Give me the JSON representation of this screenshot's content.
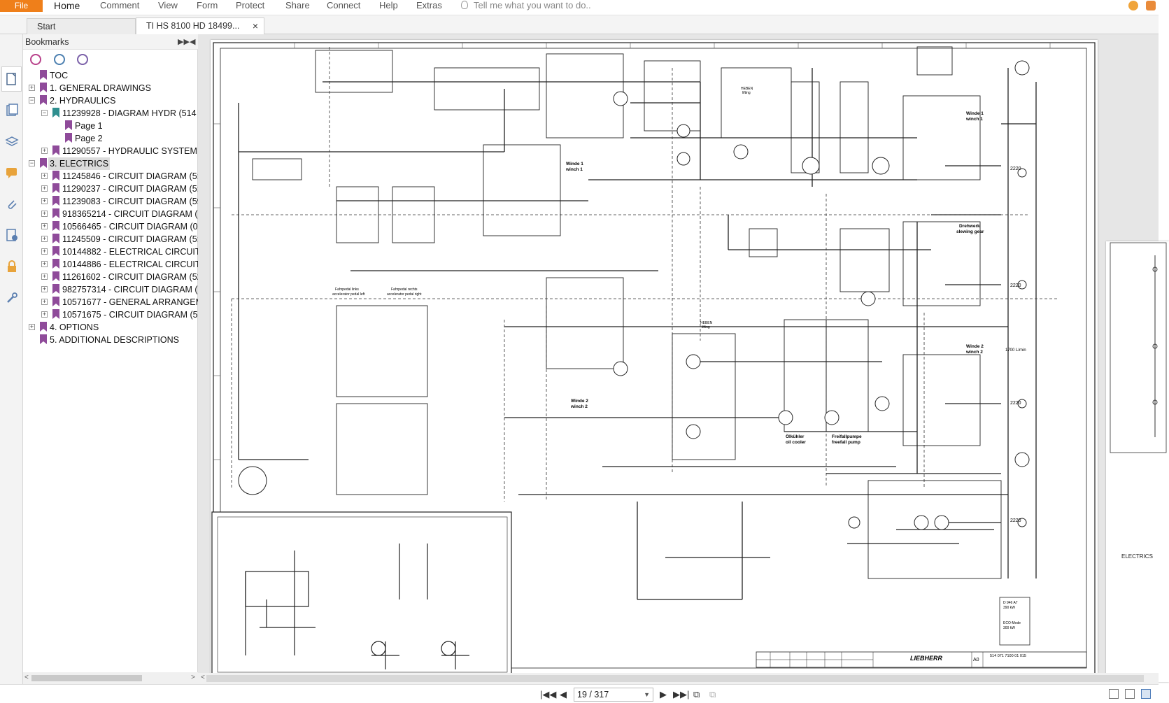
{
  "menubar": {
    "file_label": "File",
    "items": [
      "Home",
      "Comment",
      "View",
      "Form",
      "Protect",
      "Share",
      "Connect",
      "Help",
      "Extras"
    ],
    "tell_me_placeholder": "Tell me what you want to do.."
  },
  "tabs": [
    {
      "label": "Start",
      "active": false
    },
    {
      "label": "TI HS 8100 HD 18499...",
      "active": true
    }
  ],
  "bookmarks": {
    "title": "Bookmarks",
    "items": [
      {
        "label": "TOC",
        "level": 0,
        "expander": "",
        "flag": "purple"
      },
      {
        "label": "1. GENERAL DRAWINGS",
        "level": 0,
        "expander": "+",
        "flag": "purple"
      },
      {
        "label": "2. HYDRAULICS",
        "level": 0,
        "expander": "-",
        "flag": "purple"
      },
      {
        "label": "11239928 - DIAGRAM HYDR (514",
        "level": 1,
        "expander": "-",
        "flag": "teal"
      },
      {
        "label": "Page 1",
        "level": 2,
        "expander": "",
        "flag": "purple"
      },
      {
        "label": "Page 2",
        "level": 2,
        "expander": "",
        "flag": "purple"
      },
      {
        "label": "11290557 - HYDRAULIC SYSTEM I",
        "level": 1,
        "expander": "+",
        "flag": "purple"
      },
      {
        "label": "3. ELECTRICS",
        "level": 0,
        "expander": "-",
        "flag": "purple",
        "selected": true
      },
      {
        "label": "11245846 - CIRCUIT DIAGRAM (5:",
        "level": 1,
        "expander": "+",
        "flag": "purple"
      },
      {
        "label": "11290237 - CIRCUIT DIAGRAM (5:",
        "level": 1,
        "expander": "+",
        "flag": "purple"
      },
      {
        "label": "11239083 - CIRCUIT DIAGRAM (59",
        "level": 1,
        "expander": "+",
        "flag": "purple"
      },
      {
        "label": "918365214 - CIRCUIT DIAGRAM ((",
        "level": 1,
        "expander": "+",
        "flag": "purple"
      },
      {
        "label": "10566465 - CIRCUIT DIAGRAM (00",
        "level": 1,
        "expander": "+",
        "flag": "purple"
      },
      {
        "label": "11245509 - CIRCUIT DIAGRAM (5:",
        "level": 1,
        "expander": "+",
        "flag": "purple"
      },
      {
        "label": "10144882 - ELECTRICAL CIRCUIT",
        "level": 1,
        "expander": "+",
        "flag": "purple"
      },
      {
        "label": "10144886 - ELECTRICAL CIRCUIT",
        "level": 1,
        "expander": "+",
        "flag": "purple"
      },
      {
        "label": "11261602 - CIRCUIT DIAGRAM (52",
        "level": 1,
        "expander": "+",
        "flag": "purple"
      },
      {
        "label": "982757314 - CIRCUIT DIAGRAM ((",
        "level": 1,
        "expander": "+",
        "flag": "purple"
      },
      {
        "label": "10571677 - GENERAL ARRANGEME",
        "level": 1,
        "expander": "+",
        "flag": "purple"
      },
      {
        "label": "10571675 - CIRCUIT DIAGRAM (5(",
        "level": 1,
        "expander": "+",
        "flag": "purple"
      },
      {
        "label": "4. OPTIONS",
        "level": 0,
        "expander": "+",
        "flag": "purple"
      },
      {
        "label": "5. ADDITIONAL DESCRIPTIONS",
        "level": 0,
        "expander": "",
        "flag": "purple"
      }
    ]
  },
  "document": {
    "drawing_labels": {
      "winch1": "Winde 1\nwinch 1",
      "winch1_right": "Winde 1\nwinch 1",
      "winch2": "Winde 2\nwinch 2",
      "winch2_right": "Winde 2\nwinch 2",
      "slewing": "Drehwerk\nslewing gear",
      "oilcooler": "Ölkühler\noil cooler",
      "freefall": "Freifallpumpe\nfreefall pump",
      "pedal_left": "Fahrpedal links\naccelerator pedal left",
      "pedal_right": "Fahrpedal rechts\naccelerator pedal right",
      "heben1": "HEBEN\nlifting",
      "heben2": "HEBEN\nlifting",
      "flow": "1700 L/min",
      "p1": "2220",
      "p2": "2220",
      "p3": "2220",
      "p4": "2220",
      "engine": "D 946  A7\n390 kW",
      "eco": "ECO-Mode\n300 kW",
      "brand": "LIEBHERR",
      "drawing_no": "514 071 7100 01 015",
      "sheet": "A0",
      "electrics_side": "ELECTRICS"
    }
  },
  "statusbar": {
    "page_value": "19 / 317"
  },
  "colors": {
    "file_orange": "#ef7f1a",
    "bookmark_purple": "#8f4b9a",
    "bookmark_teal": "#2f8f8f"
  }
}
